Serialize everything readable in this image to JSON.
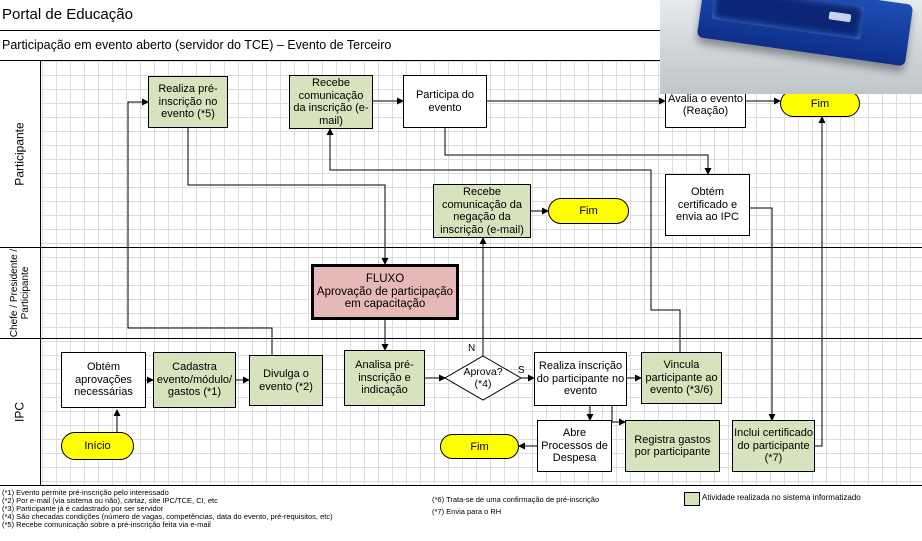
{
  "header": {
    "title": "Portal de Educação",
    "subtitle": "Participação em evento aberto (servidor do TCE) – Evento de Terceiro"
  },
  "lanes": {
    "participante": "Participante",
    "chefe_line1": "Chefe / Presidente /",
    "chefe_line2": "Participante",
    "ipc": "IPC"
  },
  "nodes": {
    "realiza_pre": "Realiza pré-inscrição no evento (*5)",
    "recebe_com": "Recebe comunicação da inscrição (e-mail)",
    "participa": "Participa do evento",
    "avalia": "Avalia o evento (Reação)",
    "fim_top": "Fim",
    "recebe_neg": "Recebe comunicação da negação da inscrição (e-mail)",
    "fim_neg": "Fim",
    "obtem_cert": "Obtém certificado e envia ao IPC",
    "fluxo_title": "FLUXO",
    "fluxo_body": "Aprovação de participação em capacitação",
    "obtem_aprov": "Obtém aprovações necessárias",
    "cadastra": "Cadastra evento/módulo/ gastos (*1)",
    "divulga": "Divulga o evento (*2)",
    "analisa": "Analisa pré-inscrição e indicação",
    "aprova": "Aprova? (*4)",
    "realiza_insc": "Realiza inscrição do participante no evento",
    "vincula": "Vincula participante ao evento (*3/6)",
    "inclui_cert": "Inclui certificado do participante (*7)",
    "inicio": "Início",
    "fim_bottom": "Fim",
    "abre_proc": "Abre Processos de Despesa",
    "registra": "Registra gastos por participante"
  },
  "edge_labels": {
    "no": "N",
    "yes": "S"
  },
  "notes_left": [
    "(*1) Evento permite pré-inscrição pelo interessado",
    "(*2) Por e-mail (via sistema ou não), cartaz, site IPC/TCE, CI, etc",
    "(*3) Participante já é cadastrado por ser servidor",
    "(*4) São checadas condições (número de vagas, competências, data do evento, pré-requisitos, etc)",
    "(*5) Recebe comunicação sobre a pré-inscrição feita via e-mail"
  ],
  "notes_mid": [
    "(*6) Trata-se de uma confirmação de pré-inscrição",
    "(*7) Envia para o RH"
  ],
  "legend": {
    "label": "Atividade realizada no sistema informatizado",
    "color": "#d6e3bc"
  },
  "colors": {
    "system_activity": "#d6e3bc",
    "terminator": "#ffff00",
    "subprocess": "#e6b8b7"
  }
}
